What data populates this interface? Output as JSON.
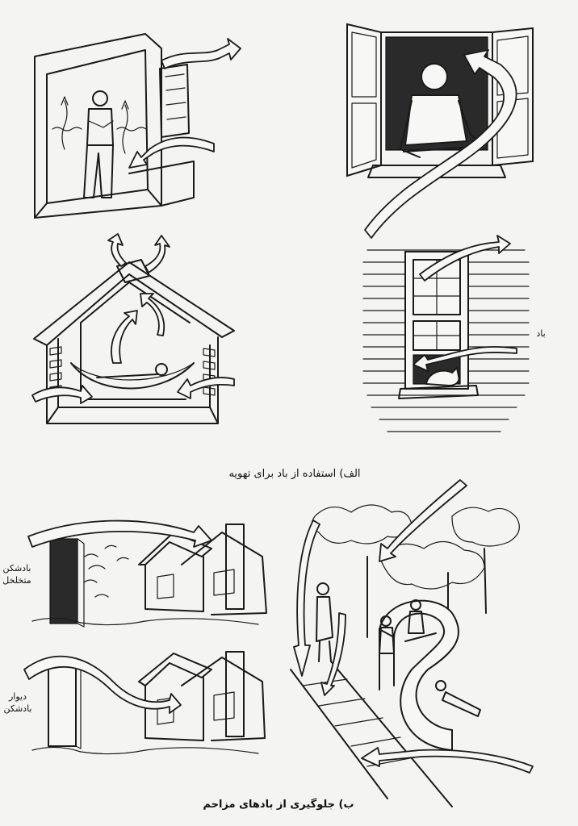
{
  "captions": {
    "section_a": "الف) استفاده از باد برای تهویه",
    "section_b": "ب) جلوگیری از بادهای مزاحم"
  },
  "labels": {
    "wind": "باد",
    "perforated_windbreak_line1": "بادشکن",
    "perforated_windbreak_line2": "متخلخل",
    "wall_windbreak_line1": "دیوار",
    "wall_windbreak_line2": "بادشکن"
  }
}
